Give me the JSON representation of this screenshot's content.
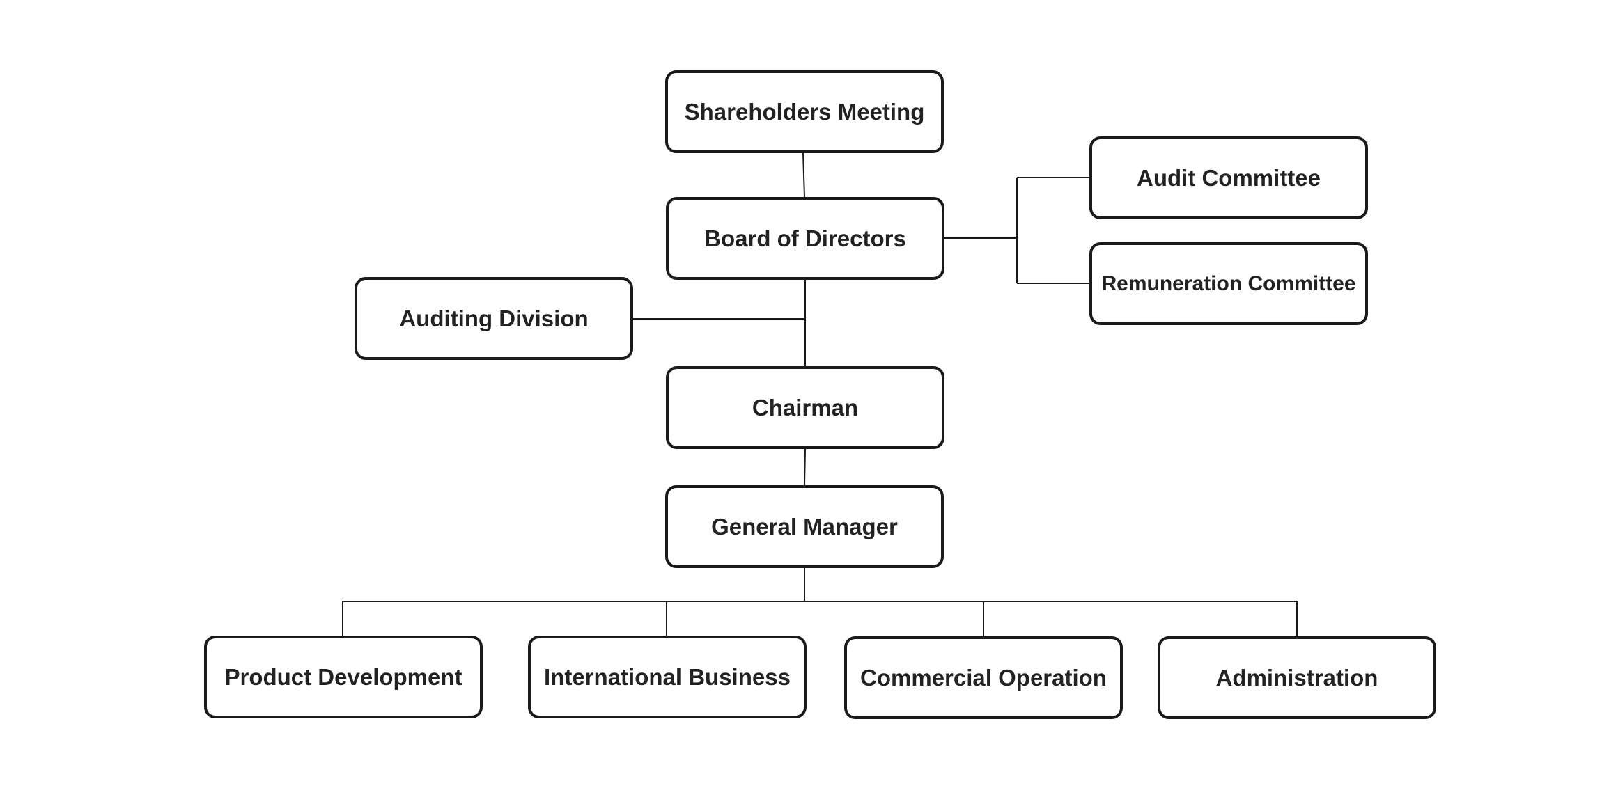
{
  "org_chart": {
    "nodes": {
      "shareholders": "Shareholders Meeting",
      "board": "Board of Directors",
      "audit_committee": "Audit Committee",
      "remuneration_committee": "Remuneration Committee",
      "auditing_division": "Auditing Division",
      "chairman": "Chairman",
      "general_manager": "General Manager",
      "product_development": "Product Development",
      "international_business": "International Business",
      "commercial_operation": "Commercial Operation",
      "administration": "Administration"
    },
    "edges": [
      [
        "shareholders",
        "board"
      ],
      [
        "board",
        "audit_committee"
      ],
      [
        "board",
        "remuneration_committee"
      ],
      [
        "board",
        "auditing_division"
      ],
      [
        "board",
        "chairman"
      ],
      [
        "chairman",
        "general_manager"
      ],
      [
        "general_manager",
        "product_development"
      ],
      [
        "general_manager",
        "international_business"
      ],
      [
        "general_manager",
        "commercial_operation"
      ],
      [
        "general_manager",
        "administration"
      ]
    ]
  }
}
